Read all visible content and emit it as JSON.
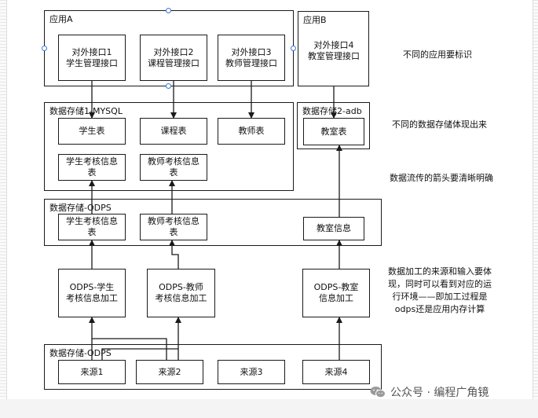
{
  "groups": {
    "app_a": "应用A",
    "app_b": "应用B",
    "store_mysql": "数据存储1-MYSQL",
    "store_adb": "数据存储2-adb",
    "store_odps_mid": "数据存储-ODPS",
    "store_odps_bottom": "数据存储-ODPS"
  },
  "boxes": {
    "api1": [
      "对外接口1",
      "学生管理接口"
    ],
    "api2": [
      "对外接口2",
      "课程管理接口"
    ],
    "api3": [
      "对外接口3",
      "教师管理接口"
    ],
    "api4": [
      "对外接口4",
      "教室管理接口"
    ],
    "student_table": [
      "学生表"
    ],
    "course_table": [
      "课程表"
    ],
    "teacher_table": [
      "教师表"
    ],
    "classroom_table": [
      "教室表"
    ],
    "student_assess_mysql": [
      "学生考核信息",
      "表"
    ],
    "teacher_assess_mysql": [
      "教师考核信息",
      "表"
    ],
    "student_assess_odps": [
      "学生考核信息",
      "表"
    ],
    "teacher_assess_odps": [
      "教师考核信息",
      "表"
    ],
    "classroom_info": [
      "教室信息"
    ],
    "proc_student": [
      "ODPS-学生",
      "考核信息加工"
    ],
    "proc_teacher": [
      "ODPS-教师",
      "考核信息加工"
    ],
    "proc_classroom": [
      "ODPS-教室",
      "信息加工"
    ],
    "source1": [
      "来源1"
    ],
    "source2": [
      "来源2"
    ],
    "source3": [
      "来源3"
    ],
    "source4": [
      "来源4"
    ]
  },
  "notes": {
    "app_id": "不同的应用要标识",
    "storage_types": "不同的数据存储体现出来",
    "arrows_clear": "数据流传的箭头要清晰明确",
    "processing": [
      "数据加工的来源和输入要体",
      "现，同时可以看到对应的运",
      "行环境——即加工过程是",
      "odps还是应用内存计算"
    ]
  },
  "watermark": "公众号 · 编程广角镜",
  "colors": {
    "stroke": "#1a1a1a",
    "selection_handle": "#3a7bd5",
    "wechat_logo": "#9a9a9a"
  }
}
